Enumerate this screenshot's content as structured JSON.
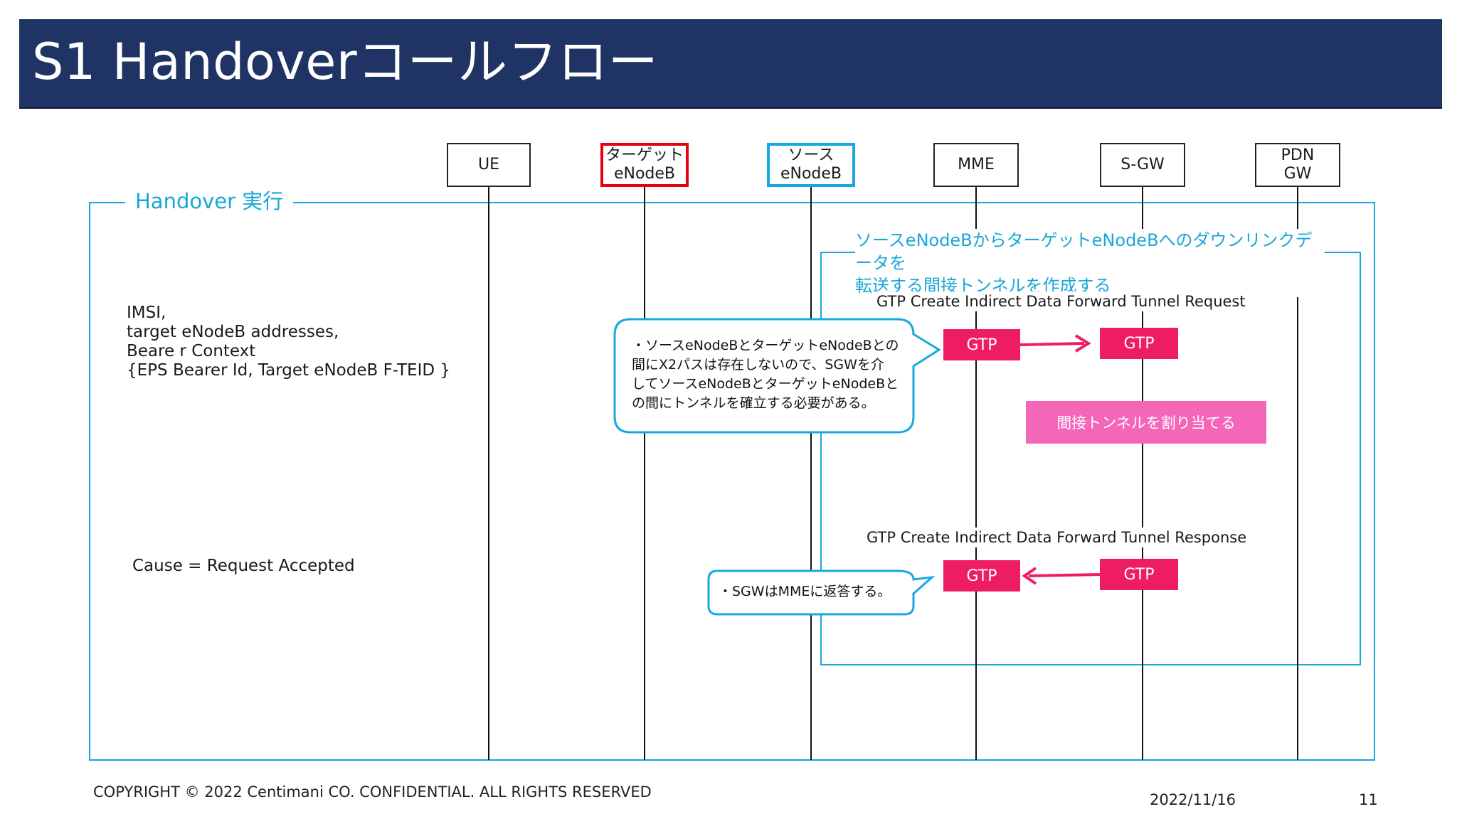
{
  "slide": {
    "title": "S1 Handoverコールフロー"
  },
  "entities": [
    {
      "id": "ue",
      "label": "UE"
    },
    {
      "id": "target",
      "label": "ターゲット\neNodeB"
    },
    {
      "id": "source",
      "label": "ソース\neNodeB"
    },
    {
      "id": "mme",
      "label": "MME"
    },
    {
      "id": "sgw",
      "label": "S-GW"
    },
    {
      "id": "pdngw",
      "label": "PDN\nGW"
    }
  ],
  "handover_section": {
    "label": "Handover 実行"
  },
  "request_params": "IMSI,\ntarget eNodeB addresses,\nBeare r Context\n{EPS Bearer Id, Target eNodeB F-TEID }",
  "response_params": "Cause = Request Accepted",
  "tunnel_group": {
    "title": "ソースeNodeBからターゲットeNodeBへのダウンリンクデータを\n転送する間接トンネルを作成する"
  },
  "messages": {
    "request_label": "GTP Create Indirect Data Forward Tunnel Request",
    "response_label": "GTP Create Indirect Data Forward Tunnel Response",
    "gtp_label": "GTP",
    "allocate_label": "間接トンネルを割り当てる"
  },
  "callouts": {
    "note1": "・ソースeNodeBとターゲットeNodeBとの\n間にX2パスは存在しないので、SGWを介\nしてソースeNodeBとターゲットeNodeBと\nの間にトンネルを確立する必要がある。",
    "note2": "・SGWはMMEに返答する。"
  },
  "footer": {
    "copyright": "COPYRIGHT © 2022 Centimani CO. CONFIDENTIAL. ALL RIGHTS RESERVED",
    "date": "2022/11/16",
    "page": "11"
  },
  "colors": {
    "title_bar": "#1f3464",
    "accent_blue": "#1aa6d6",
    "gtp_pink": "#ee1d63",
    "allocate_pink": "#f466b8",
    "target_red": "#e60012"
  }
}
